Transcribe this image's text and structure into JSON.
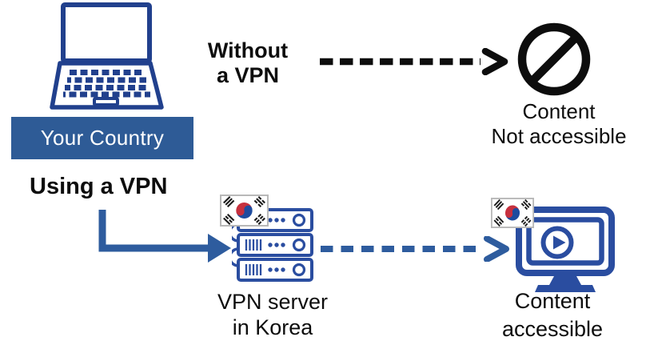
{
  "colors": {
    "icon_blue": "#21408D",
    "device_blue": "#2A4DA0",
    "arrow_blue": "#2E5C9E",
    "banner_blue": "#2E5B96",
    "dark": "#0D0D0D",
    "flag_red": "#C6303E",
    "flag_blue": "#1E4B9E",
    "flag_border": "#B8B8B8"
  },
  "labels": {
    "your_country": "Your Country",
    "without_vpn": [
      "Without",
      "a VPN"
    ],
    "using_vpn": "Using a VPN",
    "content_blocked": [
      "Content",
      "Not accessible"
    ],
    "vpn_server": [
      "VPN server",
      "in Korea"
    ],
    "content_accessible": [
      "Content",
      "accessible"
    ]
  },
  "icons": {
    "laptop": "laptop-icon",
    "flag": "south-korea-flag-icon",
    "server": "vpn-server-icon",
    "monitor": "media-monitor-icon",
    "play": "play-icon",
    "blocked": "prohibition-icon",
    "arrow_no_vpn": "dashed-arrow-black-icon",
    "arrow_to_server": "elbow-arrow-blue-icon",
    "arrow_to_content": "dashed-arrow-blue-icon"
  }
}
